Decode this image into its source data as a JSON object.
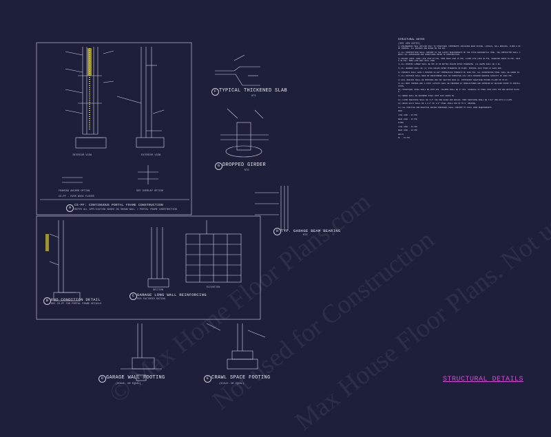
{
  "watermarks": [
    "© Max Home Floor Plans.com",
    "Not used for Construction",
    "Max House Floor Plans. Not used for Estimation"
  ],
  "sheet_title": "STRUCTURAL DETAILS",
  "details": {
    "portal_frame": {
      "number": "A",
      "title": "CS-PF: CONTINUOUS PORTAL FRAME CONSTRUCTION",
      "sub": "REFER ALL APPLICATION BASED ON SHOWN WALL / PORTAL FRAME CONSTRUCTION"
    },
    "interior_view": "INTERIOR VIEW",
    "exterior_view": "EXTERIOR VIEW",
    "framing_anchor": "FRAMING ANCHOR OPTION",
    "over_wood_floor": "CS-PF - OVER WOOD FLOORS",
    "overlap_option": "SEE OVERLAP OPTION",
    "thickened_slab": {
      "number": "F",
      "title": "TYPICAL THICKENED SLAB",
      "sub": "NTS"
    },
    "dropped_girder": {
      "number": "G",
      "title": "DROPPED GIRDER",
      "sub": "NTS"
    },
    "garage_beam": {
      "number": "H",
      "title": "TYP. GARAGE BEAM BEARING",
      "sub": "NTS"
    },
    "end_condition": {
      "number": "B",
      "title": "END CONDITION DETAIL",
      "sub": "SEE CS-PF FOR PORTAL FRAME DETAILS"
    },
    "garage_long_wall": {
      "number": "C",
      "title": "GARAGE LONG WALL REINFORCING",
      "sub": "PER FACTORED RATING"
    },
    "section": "SECTION",
    "elevation": "ELEVATION",
    "garage_wall_footing": {
      "number": "D",
      "title": "GARAGE WALL FOOTING",
      "sub": "(SCALE: OR EQUAL)"
    },
    "crawl_space_footing": {
      "number": "E",
      "title": "CRAWL SPACE FOOTING",
      "sub": "(SCALE: OR EQUAL)"
    }
  },
  "notes": {
    "heading": "STRUCTURAL NOTES",
    "subheading": "(SEE GEN NOTES)",
    "paragraphs": [
      "1) ENGINEERING SEAL APPLIES ONLY TO STRUCTURAL COMPONENTS INCLUDING BEAM SIZING, LINTELS, WALL BRACING, FLOOR & ROOF FRAMING. ALL DESIGNS ARE BASED ON THE IRC.",
      "2) ALL CONSTRUCTION SHALL CONFORM TO THE LATEST REQUIREMENTS OF THE STATE RESIDENTIAL CODE. THE CONTRACTOR SHALL VERIFY ALL DIMENSIONS AND CONDITIONS PRIOR TO CONSTRUCTION.",
      "3) DESIGN LOADS: ROOF LIVE LOAD 20 PSF, ROOF DEAD LOAD 15 PSF, FLOOR LIVE LOAD 40 PSF, SLEEPING AREAS 30 PSF, DECKS 40 PSF, SNOW LOAD PER LOCAL CODE.",
      "4) ALL FRAMING LUMBER SHALL BE SPF #2 OR BETTER UNLESS NOTED OTHERWISE. LVL BEAMS SHALL BE 2.0E.",
      "5) ALL HEADERS SHALL BE (2) 2X10 UNLESS NOTED OTHERWISE ON PLANS. PROVIDE JACK STUDS AT EACH END.",
      "6) CONCRETE SHALL HAVE A MINIMUM 28-DAY COMPRESSIVE STRENGTH OF 3000 PSI. ALL REINFORCING STEEL SHALL BE GRADE 60.",
      "7) ALL FOOTINGS SHALL BEAR ON UNDISTURBED SOIL OR COMPACTED FILL WITH MINIMUM BEARING CAPACITY OF 2000 PSF.",
      "8) WALL BRACING SHALL BE PROVIDED PER IRC SECTION R602.10. CONTINUOUS SHEATHING METHOD CS-WSP OR CS-PF.",
      "9) ALL ROOF TRUSSES AND I-JOIST LAYOUTS SHALL BE PREPARED BY MANUFACTURER AND APPROVED BY BUILDER PRIOR TO INSTALLATION.",
      "10) STRUCTURAL STEEL SHALL BE ASTM A36. COLUMNS SHALL BE 3\" DIA. SCHEDULE 40 STEEL PIPE WITH TOP AND BOTTOM PLATES.",
      "11) REBAR SHALL BE DEFORMED STEEL ASTM A615 GRADE 60.",
      "12) FLOOR SHEATHING SHALL BE 3/4\" T&G OSB GLUED AND NAILED. ROOF SHEATHING SHALL BE 7/16\" OSB WITH H-CLIPS.",
      "13) BRACE WALLS SHALL BE 1-1/2\" OF 1/2\" STEEL ANGLE FOR UP TO 8' OPENING.",
      "14) ALL POSITIVE AND NEGATIVE DESIGN PRESSURES SHALL CONFORM TO LOCAL WIND REQUIREMENTS."
    ],
    "loads": [
      "ROOF",
      "LIVE LOAD - 20 PSF",
      "DEAD LOAD - 15 PSF",
      "FLOOR",
      "LIVE LOAD - 40 PSF",
      "DEAD LOAD - 10 PSF",
      "WALLS",
      "DL - 10 PSF"
    ]
  }
}
